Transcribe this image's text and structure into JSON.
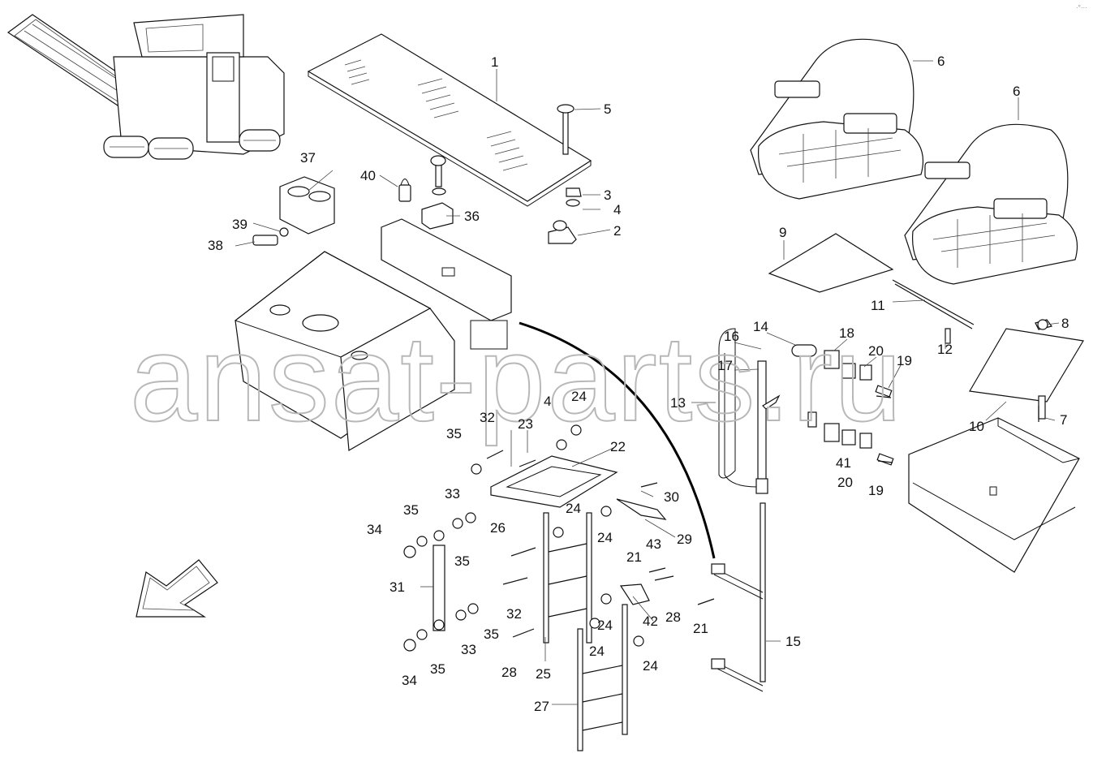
{
  "watermark": "ansat-parts.ru",
  "corner_mark": "·°···",
  "callouts": [
    "1",
    "2",
    "3",
    "4",
    "5",
    "6",
    "6",
    "7",
    "8",
    "9",
    "10",
    "11",
    "12",
    "13",
    "14",
    "15",
    "16",
    "17",
    "18",
    "19",
    "19",
    "20",
    "20",
    "21",
    "21",
    "22",
    "23",
    "24",
    "24",
    "24",
    "24",
    "24",
    "24",
    "25",
    "26",
    "27",
    "28",
    "28",
    "29",
    "30",
    "31",
    "32",
    "32",
    "33",
    "33",
    "34",
    "34",
    "35",
    "35",
    "35",
    "35",
    "35",
    "36",
    "37",
    "38",
    "39",
    "40",
    "41",
    "42",
    "43",
    "4"
  ]
}
